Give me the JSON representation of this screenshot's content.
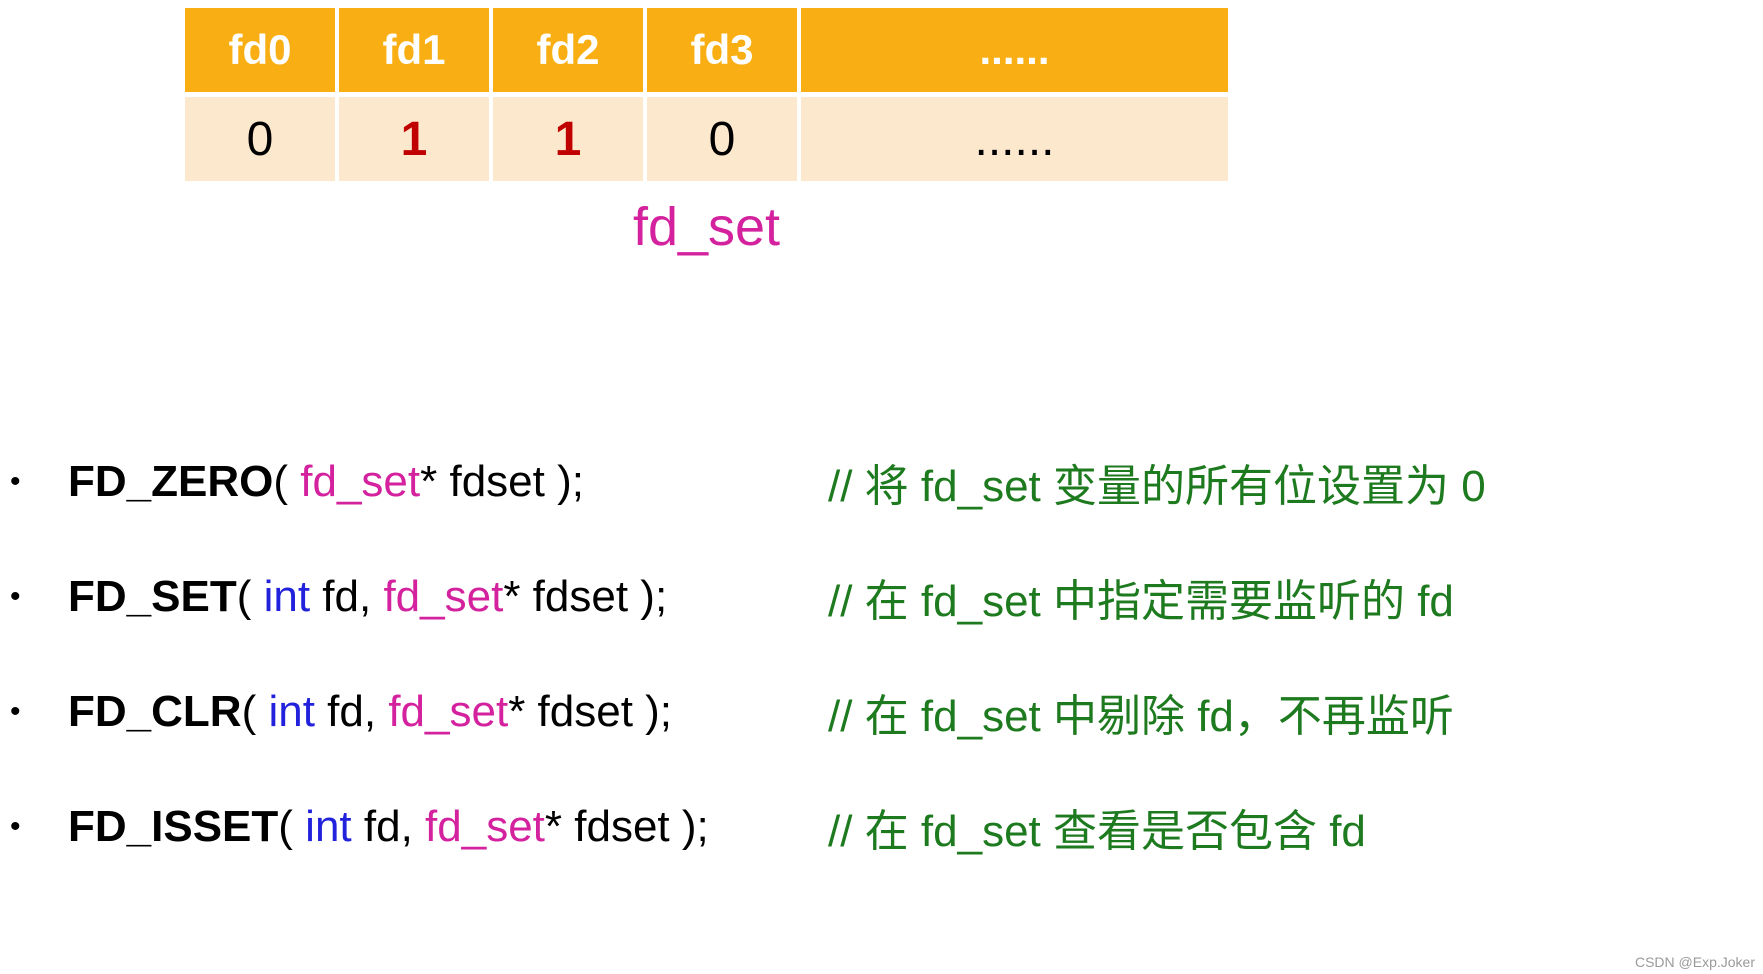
{
  "table": {
    "headers": [
      "fd0",
      "fd1",
      "fd2",
      "fd3",
      "......"
    ],
    "values": [
      {
        "text": "0",
        "highlight": false
      },
      {
        "text": "1",
        "highlight": true
      },
      {
        "text": "1",
        "highlight": true
      },
      {
        "text": "0",
        "highlight": false
      },
      {
        "text": "......",
        "highlight": false
      }
    ],
    "caption": "fd_set"
  },
  "bullet_marker": "•",
  "functions": [
    {
      "signature": [
        {
          "style": "fn",
          "text": "FD_ZERO"
        },
        {
          "style": "plain",
          "text": "( "
        },
        {
          "style": "type",
          "text": "fd_set"
        },
        {
          "style": "plain",
          "text": "* fdset );"
        }
      ],
      "comment": "// 将 fd_set 变量的所有位设置为 0"
    },
    {
      "signature": [
        {
          "style": "fn",
          "text": "FD_SET"
        },
        {
          "style": "plain",
          "text": "( "
        },
        {
          "style": "kw",
          "text": "int"
        },
        {
          "style": "plain",
          "text": " fd, "
        },
        {
          "style": "type",
          "text": "fd_set"
        },
        {
          "style": "plain",
          "text": "* fdset );"
        }
      ],
      "comment": "// 在 fd_set 中指定需要监听的 fd"
    },
    {
      "signature": [
        {
          "style": "fn",
          "text": "FD_CLR"
        },
        {
          "style": "plain",
          "text": "( "
        },
        {
          "style": "kw",
          "text": "int"
        },
        {
          "style": "plain",
          "text": " fd, "
        },
        {
          "style": "type",
          "text": "fd_set"
        },
        {
          "style": "plain",
          "text": "* fdset );"
        }
      ],
      "comment": "// 在 fd_set 中剔除 fd，不再监听"
    },
    {
      "signature": [
        {
          "style": "fn",
          "text": "FD_ISSET"
        },
        {
          "style": "plain",
          "text": "( "
        },
        {
          "style": "kw",
          "text": "int"
        },
        {
          "style": "plain",
          "text": " fd, "
        },
        {
          "style": "type",
          "text": "fd_set"
        },
        {
          "style": "plain",
          "text": "* fdset );"
        }
      ],
      "comment": "// 在 fd_set 查看是否包含 fd"
    }
  ],
  "watermark": "CSDN @Exp.Joker",
  "colors": {
    "header-bg": "#F9AF13",
    "header-text": "#FFFFFF",
    "row-bg": "#FCE8CC",
    "highlight": "#C00000",
    "caption": "#D4219E",
    "keyword": "#2222DD",
    "type": "#D4219E",
    "comment": "#1E7A1E",
    "text": "#000000",
    "watermark": "#9A9A9A"
  }
}
